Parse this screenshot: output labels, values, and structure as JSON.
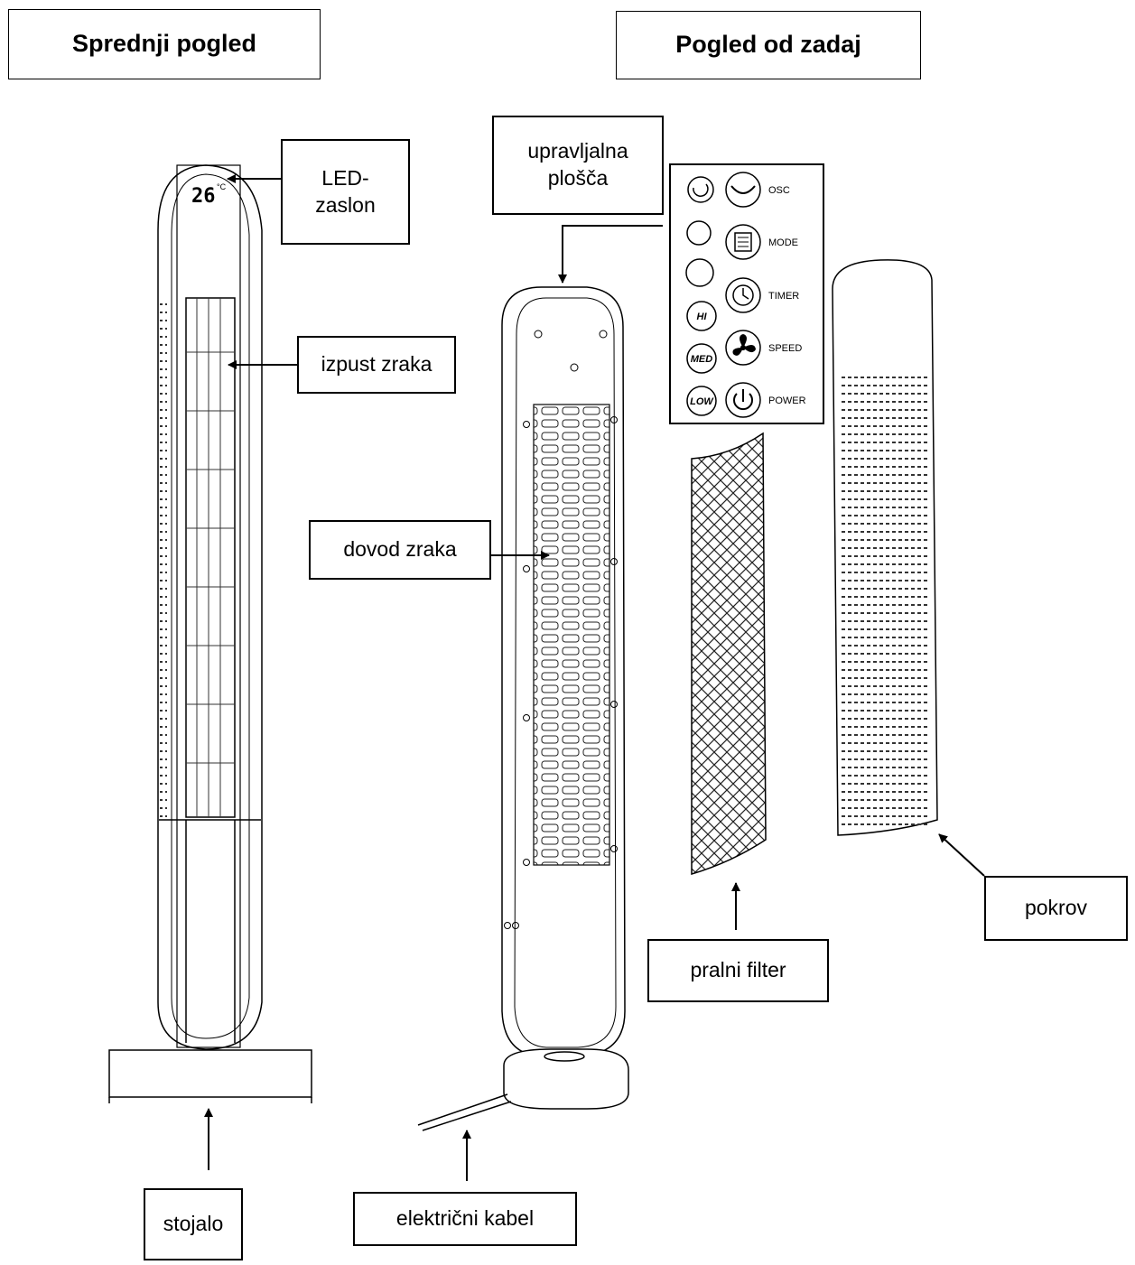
{
  "titles": {
    "front": "Sprednji pogled",
    "back": "Pogled od zadaj"
  },
  "labels": {
    "led_line1": "LED-",
    "led_line2": "zaslon",
    "outlet": "izpust zraka",
    "panel_line1": "upravljalna",
    "panel_line2": "plošča",
    "inlet": "dovod zraka",
    "stand": "stojalo",
    "cable": "električni kabel",
    "filter": "pralni filter",
    "cover": "pokrov"
  },
  "display": {
    "temperature": "26",
    "unit": "°C"
  },
  "control_panel": {
    "osc": "OSC",
    "mode": "MODE",
    "timer": "TIMER",
    "speed": "SPEED",
    "power": "POWER",
    "hi": "HI",
    "med": "MED",
    "low": "LOW"
  }
}
